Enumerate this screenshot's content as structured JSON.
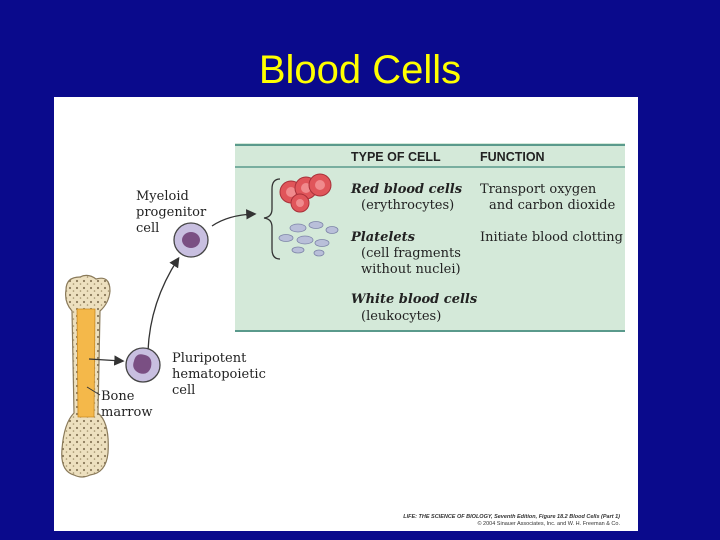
{
  "title": "Blood Cells",
  "table": {
    "header_type": "TYPE OF CELL",
    "header_function": "FUNCTION",
    "rows": [
      {
        "name": "Red blood cells",
        "sub1": "(erythrocytes)",
        "sub2": "",
        "function1": "Transport oxygen",
        "function2": "and carbon dioxide"
      },
      {
        "name": "Platelets",
        "sub1": "(cell fragments",
        "sub2": "without nuclei)",
        "function1": "Initiate blood clotting",
        "function2": ""
      },
      {
        "name": "White blood cells",
        "sub1": "(leukocytes)",
        "sub2": "",
        "function1": "",
        "function2": ""
      }
    ]
  },
  "labels": {
    "myeloid": [
      "Myeloid",
      "progenitor",
      "cell"
    ],
    "pluripotent": [
      "Pluripotent",
      "hematopoietic",
      "cell"
    ],
    "bone": [
      "Bone",
      "marrow"
    ]
  },
  "credit": {
    "line1": "LIFE: THE SCIENCE OF BIOLOGY, Seventh Edition, Figure 18.2 Blood Cells (Part 1)",
    "line2": "© 2004 Sinauer Associates, Inc. and W. H. Freeman & Co."
  },
  "colors": {
    "background": "#0a0a8c",
    "title": "#ffff00",
    "table_bg": "#d4e9d9",
    "table_rule": "#5a9a8c",
    "red_cell": "#e0555a",
    "platelet": "#b9bfd9",
    "cell_body": "#c8bfe0",
    "nucleus": "#7a4f83",
    "bone_outer": "#f0e3c4",
    "marrow": "#f4b84a"
  }
}
